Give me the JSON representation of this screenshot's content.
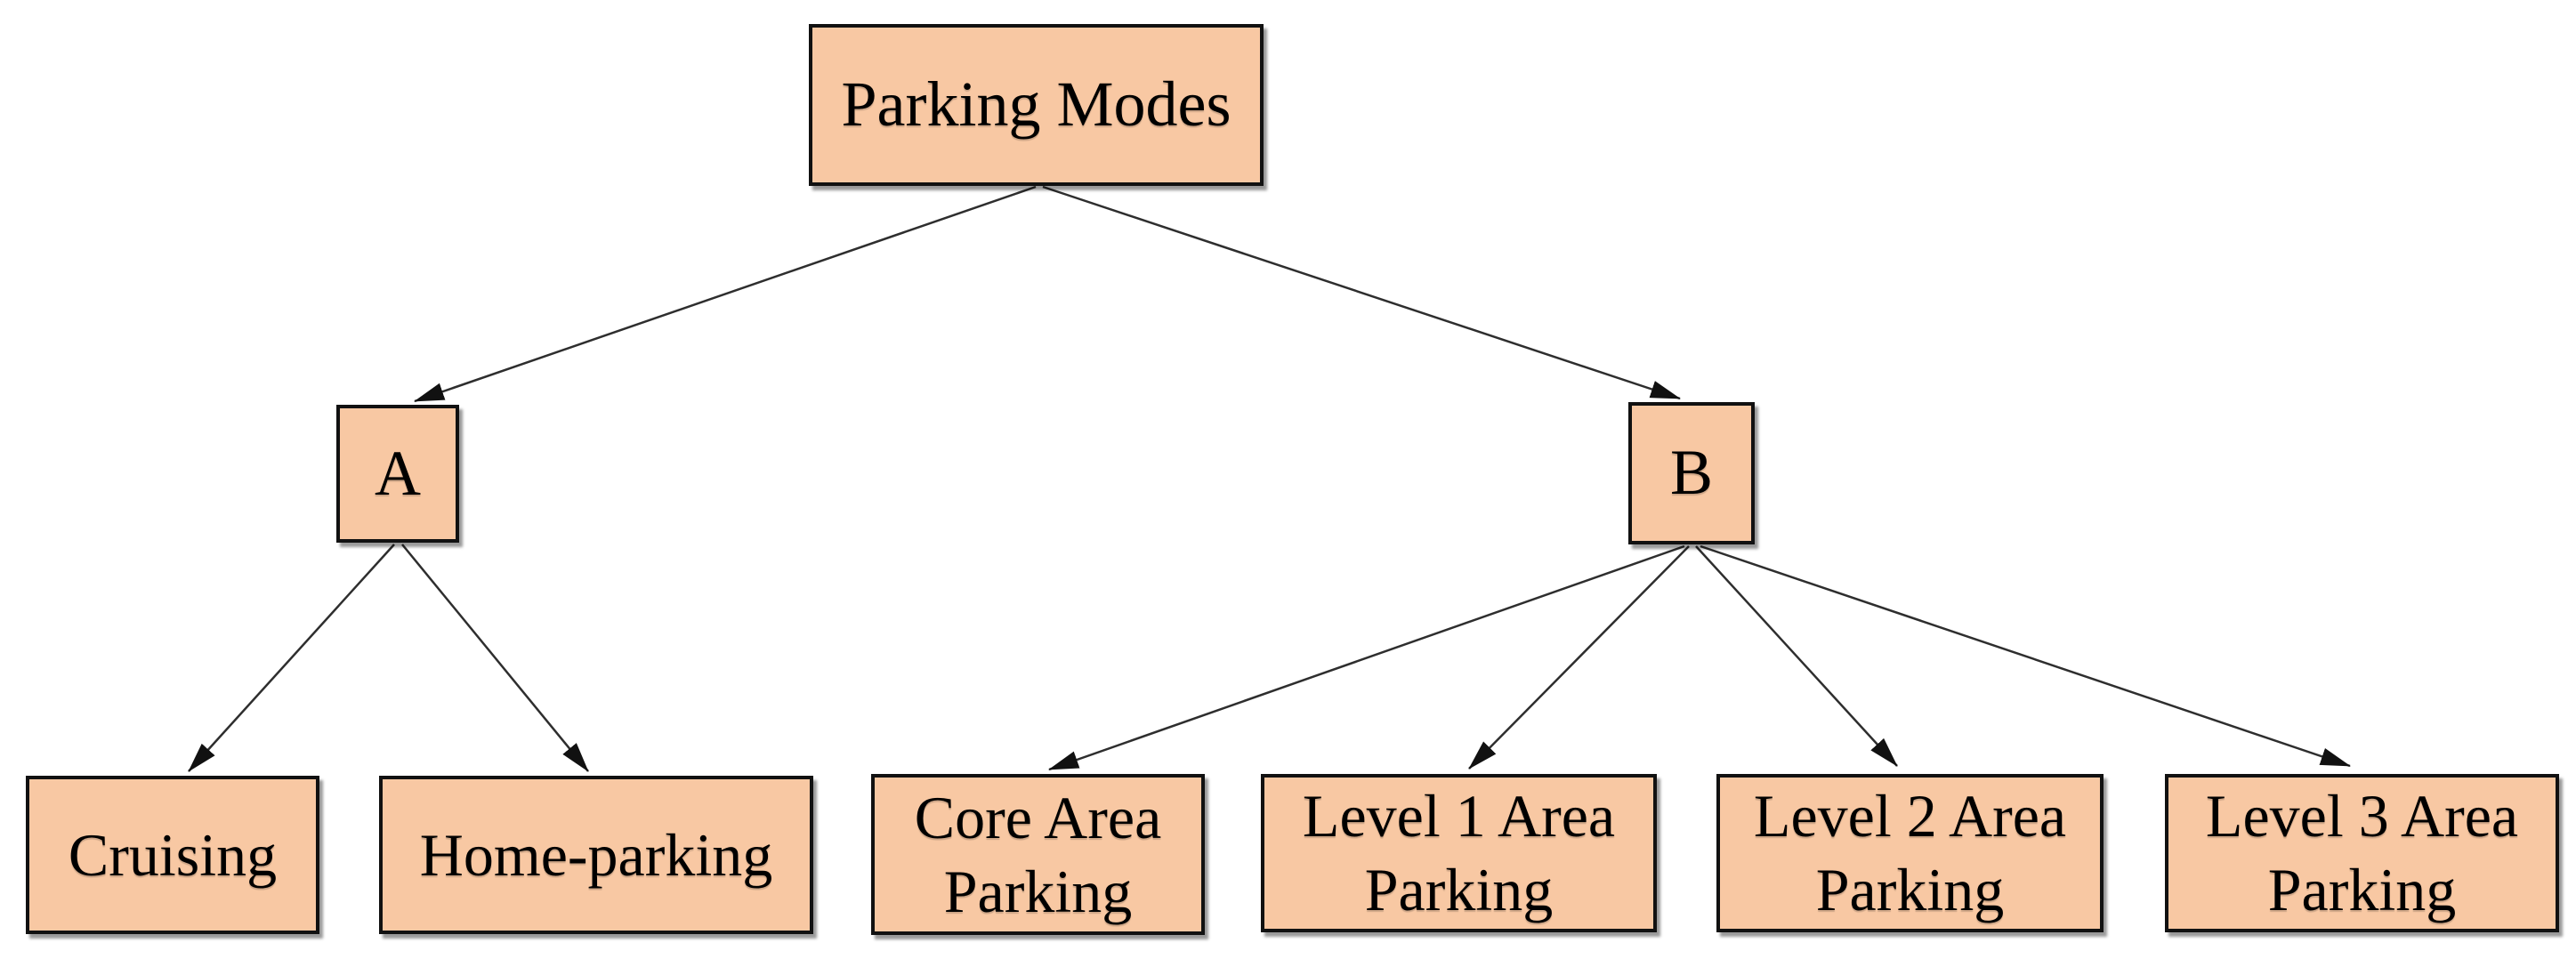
{
  "diagram": {
    "type": "tree",
    "background_color": "#FFFFFF",
    "node_fill_color": "#F8C8A3",
    "node_border_color": "#111111",
    "arrow_color": "#2E2E2E",
    "nodes": {
      "root": {
        "label": "Parking Modes"
      },
      "a": {
        "label": "A"
      },
      "b": {
        "label": "B"
      },
      "cruising": {
        "label": "Cruising"
      },
      "home_parking": {
        "label": "Home-parking"
      },
      "core_area": {
        "label": "Core Area Parking"
      },
      "level1": {
        "label": "Level 1 Area Parking"
      },
      "level2": {
        "label": "Level 2 Area Parking"
      },
      "level3": {
        "label": "Level 3 Area Parking"
      }
    },
    "edges": [
      {
        "from": "Parking Modes",
        "to": "A"
      },
      {
        "from": "Parking Modes",
        "to": "B"
      },
      {
        "from": "A",
        "to": "Cruising"
      },
      {
        "from": "A",
        "to": "Home-parking"
      },
      {
        "from": "B",
        "to": "Core Area Parking"
      },
      {
        "from": "B",
        "to": "Level 1 Area Parking"
      },
      {
        "from": "B",
        "to": "Level 2 Area Parking"
      },
      {
        "from": "B",
        "to": "Level 3 Area Parking"
      }
    ]
  }
}
